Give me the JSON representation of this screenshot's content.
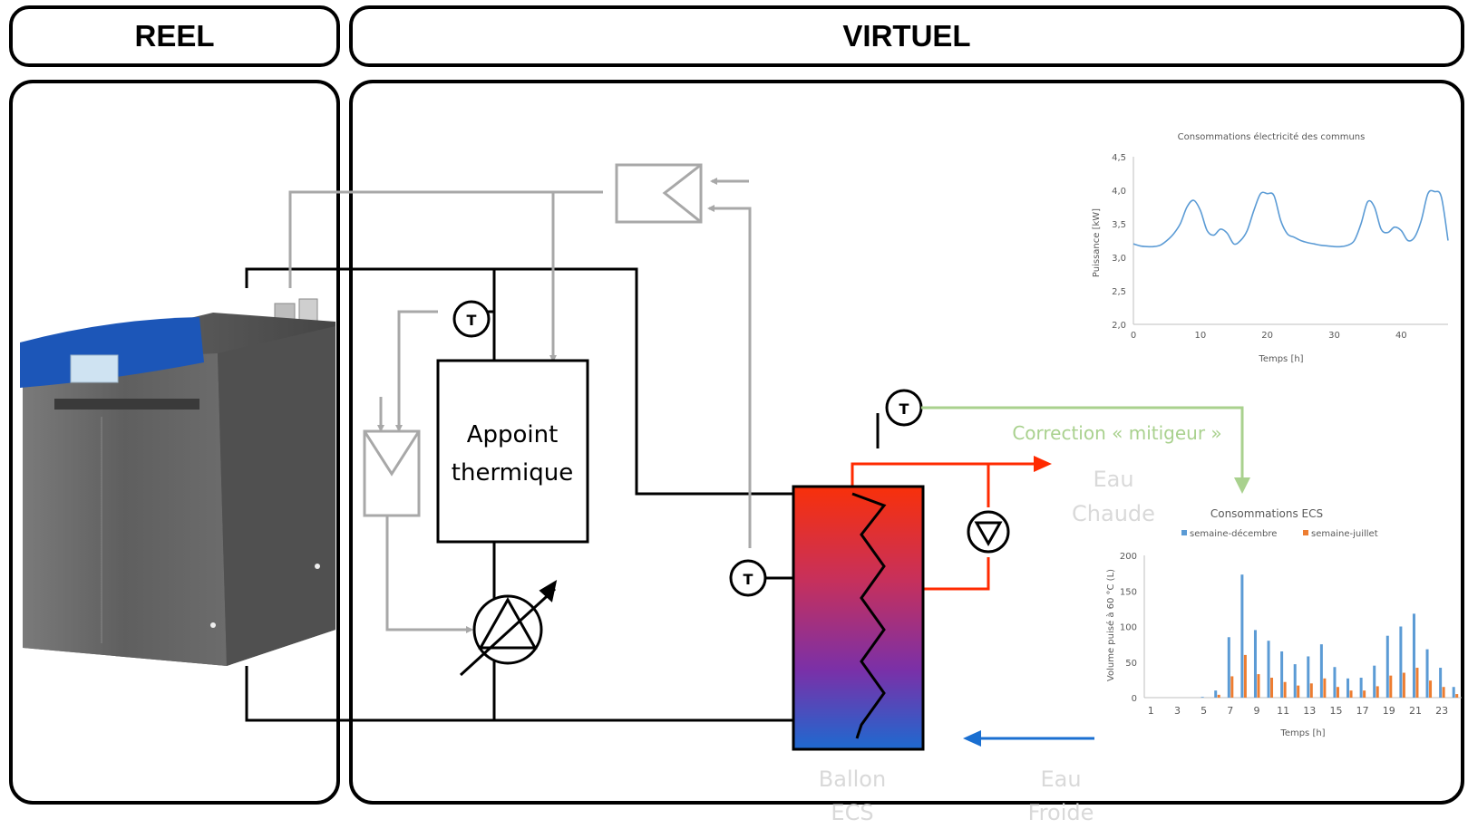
{
  "headers": {
    "reel": "REEL",
    "virtuel": "VIRTUEL"
  },
  "diagram": {
    "appoint_line1": "Appoint",
    "appoint_line2": "thermique",
    "sensor_label": "T",
    "correction_label": "Correction « mitigeur »",
    "eau_chaude_line1": "Eau",
    "eau_chaude_line2": "Chaude",
    "eau_froide_line1": "Eau",
    "eau_froide_line2": "Froide",
    "ballon_line1": "Ballon",
    "ballon_line2": "ECS",
    "colors": {
      "hot": "#ff2a00",
      "cold": "#1a6fd1",
      "signal": "#a8a8a8",
      "correction": "#a9d18e",
      "faded_text": "#d9d9d9"
    },
    "icons": [
      "boiler-photo",
      "heat-exchanger-icon",
      "pump-icon",
      "variable-pump-icon",
      "temperature-sensor-icon"
    ]
  },
  "chart_data": [
    {
      "type": "line",
      "title": "Consommations électricité des communs",
      "xlabel": "Temps [h]",
      "ylabel": "Puissance [kW]",
      "xlim": [
        0,
        47
      ],
      "ylim": [
        2.0,
        4.5
      ],
      "x_ticks": [
        "0",
        "10",
        "20",
        "30",
        "40"
      ],
      "y_ticks": [
        "2,0",
        "2,5",
        "3,0",
        "3,5",
        "4,0",
        "4,5"
      ],
      "grid": false,
      "series": [
        {
          "x": [
            0,
            1,
            2,
            3,
            4,
            5,
            6,
            7,
            8,
            9,
            10,
            11,
            12,
            13,
            14,
            15,
            16,
            17,
            18,
            19,
            20,
            21,
            22,
            23,
            24,
            25,
            26,
            27,
            28,
            29,
            30,
            31,
            32,
            33,
            34,
            35,
            36,
            37,
            38,
            39,
            40,
            41,
            42,
            43,
            44,
            45,
            46,
            47
          ],
          "values": [
            3.2,
            3.17,
            3.16,
            3.16,
            3.18,
            3.25,
            3.35,
            3.5,
            3.75,
            3.85,
            3.7,
            3.4,
            3.33,
            3.42,
            3.36,
            3.2,
            3.25,
            3.4,
            3.7,
            3.95,
            3.95,
            3.92,
            3.55,
            3.35,
            3.3,
            3.25,
            3.22,
            3.2,
            3.18,
            3.17,
            3.16,
            3.16,
            3.18,
            3.25,
            3.5,
            3.83,
            3.75,
            3.42,
            3.37,
            3.45,
            3.4,
            3.25,
            3.3,
            3.55,
            3.95,
            3.98,
            3.9,
            3.25
          ]
        }
      ]
    },
    {
      "type": "bar",
      "title": "Consommations ECS",
      "xlabel": "Temps [h]",
      "ylabel": "Volume puisé à 60 °C (L)",
      "ylim": [
        0,
        200
      ],
      "y_ticks": [
        "0",
        "50",
        "100",
        "150",
        "200"
      ],
      "legend": "top-center",
      "categories": [
        "1",
        "2",
        "3",
        "4",
        "5",
        "6",
        "7",
        "8",
        "9",
        "10",
        "11",
        "12",
        "13",
        "14",
        "15",
        "16",
        "17",
        "18",
        "19",
        "20",
        "21",
        "22",
        "23",
        "24"
      ],
      "category_labels_shown": [
        "1",
        "3",
        "5",
        "7",
        "9",
        "11",
        "13",
        "15",
        "17",
        "19",
        "21",
        "23"
      ],
      "series": [
        {
          "name": "semaine-décembre",
          "color": "#5b9bd5",
          "values": [
            0,
            0,
            0,
            0,
            1,
            10,
            85,
            173,
            95,
            80,
            65,
            47,
            58,
            75,
            43,
            27,
            28,
            45,
            87,
            100,
            118,
            68,
            42,
            15
          ]
        },
        {
          "name": "semaine-juillet",
          "color": "#ed7d31",
          "values": [
            0,
            0,
            0,
            0,
            0,
            4,
            30,
            60,
            33,
            28,
            22,
            17,
            20,
            27,
            15,
            10,
            10,
            16,
            31,
            35,
            42,
            24,
            15,
            5
          ]
        }
      ]
    }
  ]
}
